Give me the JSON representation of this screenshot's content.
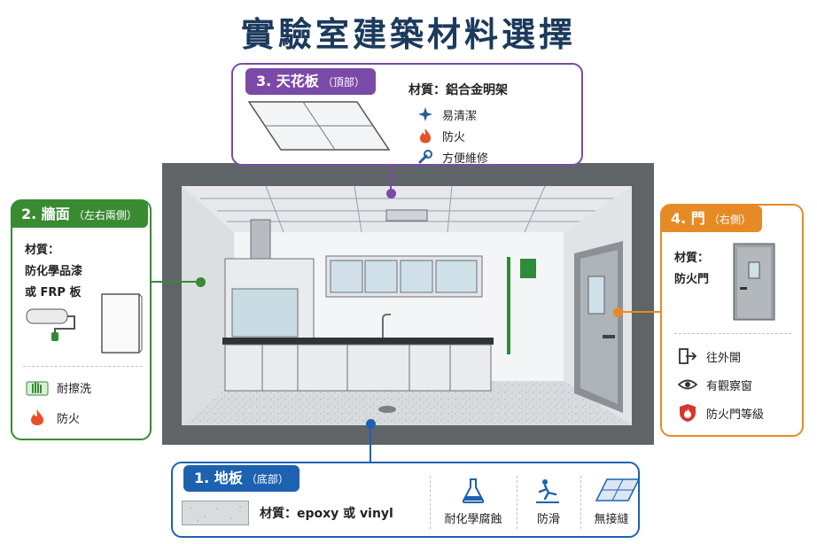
{
  "title": "實驗室建築材料選擇",
  "colors": {
    "ceiling": "#7b4aa8",
    "wall": "#3a8a32",
    "door": "#e58a25",
    "floor": "#1d62b0",
    "title": "#1b3a5c"
  },
  "ceiling": {
    "number": "3.",
    "name": "天花板",
    "position": "（頂部）",
    "material": "材質：鋁合金明架",
    "features": [
      {
        "label": "易清潔",
        "icon": "sparkle-icon"
      },
      {
        "label": "防火",
        "icon": "flame-icon"
      },
      {
        "label": "方便維修",
        "icon": "wrench-icon"
      }
    ]
  },
  "wall": {
    "number": "2.",
    "name": "牆面",
    "position": "（左右兩側）",
    "material_label": "材質：",
    "material_line1": "防化學品漆",
    "material_line2": "或 FRP 板",
    "features": [
      {
        "label": "耐擦洗",
        "icon": "scrub-hand-icon"
      },
      {
        "label": "防火",
        "icon": "flame-icon"
      }
    ]
  },
  "door": {
    "number": "4.",
    "name": "門",
    "position": "（右側）",
    "material_label": "材質：",
    "material_value": "防火門",
    "features": [
      {
        "label": "往外開",
        "icon": "door-exit-icon"
      },
      {
        "label": "有觀察窗",
        "icon": "eye-icon"
      },
      {
        "label": "防火門等級",
        "icon": "fire-shield-icon"
      }
    ]
  },
  "floor": {
    "number": "1.",
    "name": "地板",
    "position": "（底部）",
    "material": "材質：epoxy 或 vinyl",
    "features": [
      {
        "label": "耐化學腐蝕",
        "icon": "flask-icon"
      },
      {
        "label": "防滑",
        "icon": "slip-icon"
      },
      {
        "label": "無接縫",
        "icon": "seamless-tile-icon"
      }
    ]
  }
}
